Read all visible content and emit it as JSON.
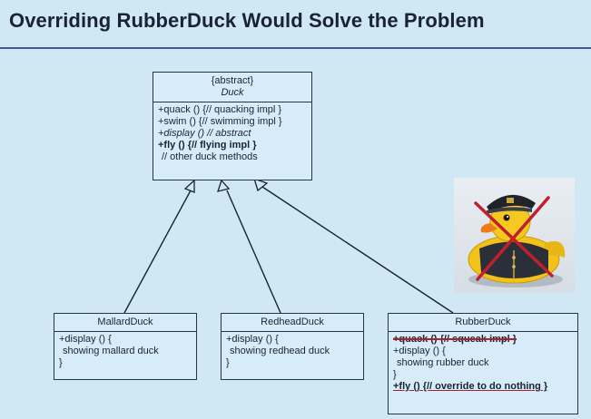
{
  "slide": {
    "title": "Overriding RubberDuck Would Solve the Problem"
  },
  "duck_class": {
    "stereotype": "{abstract}",
    "name": "Duck",
    "methods": [
      "+quack () {// quacking impl }",
      "+swim () {// swimming impl }",
      "+display () // abstract",
      "+fly () {// flying impl }",
      "// other duck methods"
    ]
  },
  "mallard_class": {
    "name": "MallardDuck",
    "methods": [
      "+display () {",
      "showing mallard duck",
      "}"
    ]
  },
  "redhead_class": {
    "name": "RedheadDuck",
    "methods": [
      "+display () {",
      "showing redhead duck",
      "}"
    ]
  },
  "rubber_class": {
    "name": "RubberDuck",
    "methods": [
      "+quack () {// squeak impl }",
      "+display () {",
      "showing rubber duck",
      "}",
      "+fly () {// override to do nothing }"
    ]
  },
  "colors": {
    "background": "#cfe8f4",
    "cross": "#c0202c",
    "duck_yellow": "#f2c21b"
  },
  "icons": {
    "photo": "rubber-duck-crossed-out"
  }
}
